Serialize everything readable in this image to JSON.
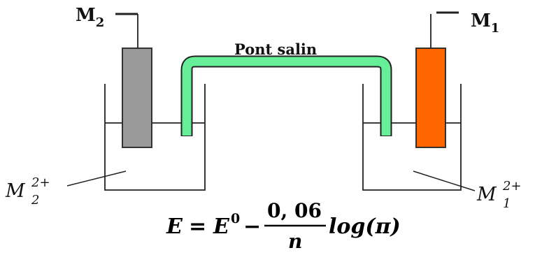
{
  "labels": {
    "left_electrode": "M",
    "left_electrode_sub": "2",
    "right_electrode": "M",
    "right_electrode_sub": "1",
    "salt_bridge": "Pont salin",
    "left_solution": "M",
    "left_solution_sub": "2",
    "left_solution_sup": "2+",
    "right_solution": "M",
    "right_solution_sub": "1",
    "right_solution_sup": "2+"
  },
  "formula": {
    "lhs": "E",
    "equals": "=",
    "e0": "E",
    "e0_sup": "0",
    "minus": "−",
    "numerator": "0, 06",
    "denominator": "n",
    "log": "log(π)"
  },
  "colors": {
    "left_electrode": "#999999",
    "right_electrode": "#ff6600",
    "salt_bridge": "#66ee99",
    "outline": "#222222"
  }
}
